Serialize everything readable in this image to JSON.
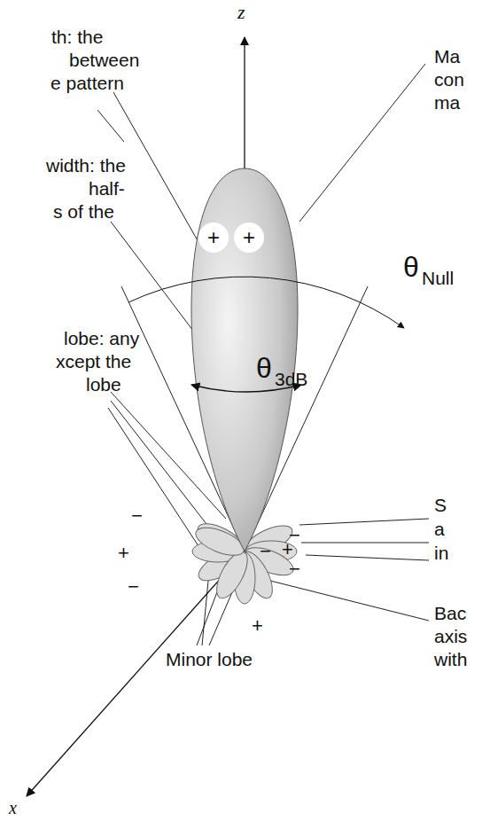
{
  "diagram": {
    "nodes": [
      {
        "text": [
          "+"
        ]
      },
      {
        "text": [
          "+"
        ]
      }
    ],
    "labels": [
      "z",
      "th: the",
      "between",
      "e pattern",
      "width: the",
      "half-",
      "s of the",
      "lobe: any",
      "xcept the",
      "lobe",
      "Ma",
      "con",
      "ma",
      "θ",
      "Null",
      "θ",
      "3dB",
      "S",
      "a",
      "in",
      "Bac",
      "axis",
      "with",
      "Minor lobe",
      "x",
      "−",
      "+",
      "−",
      "−",
      "−",
      "+",
      "−",
      "+"
    ]
  }
}
